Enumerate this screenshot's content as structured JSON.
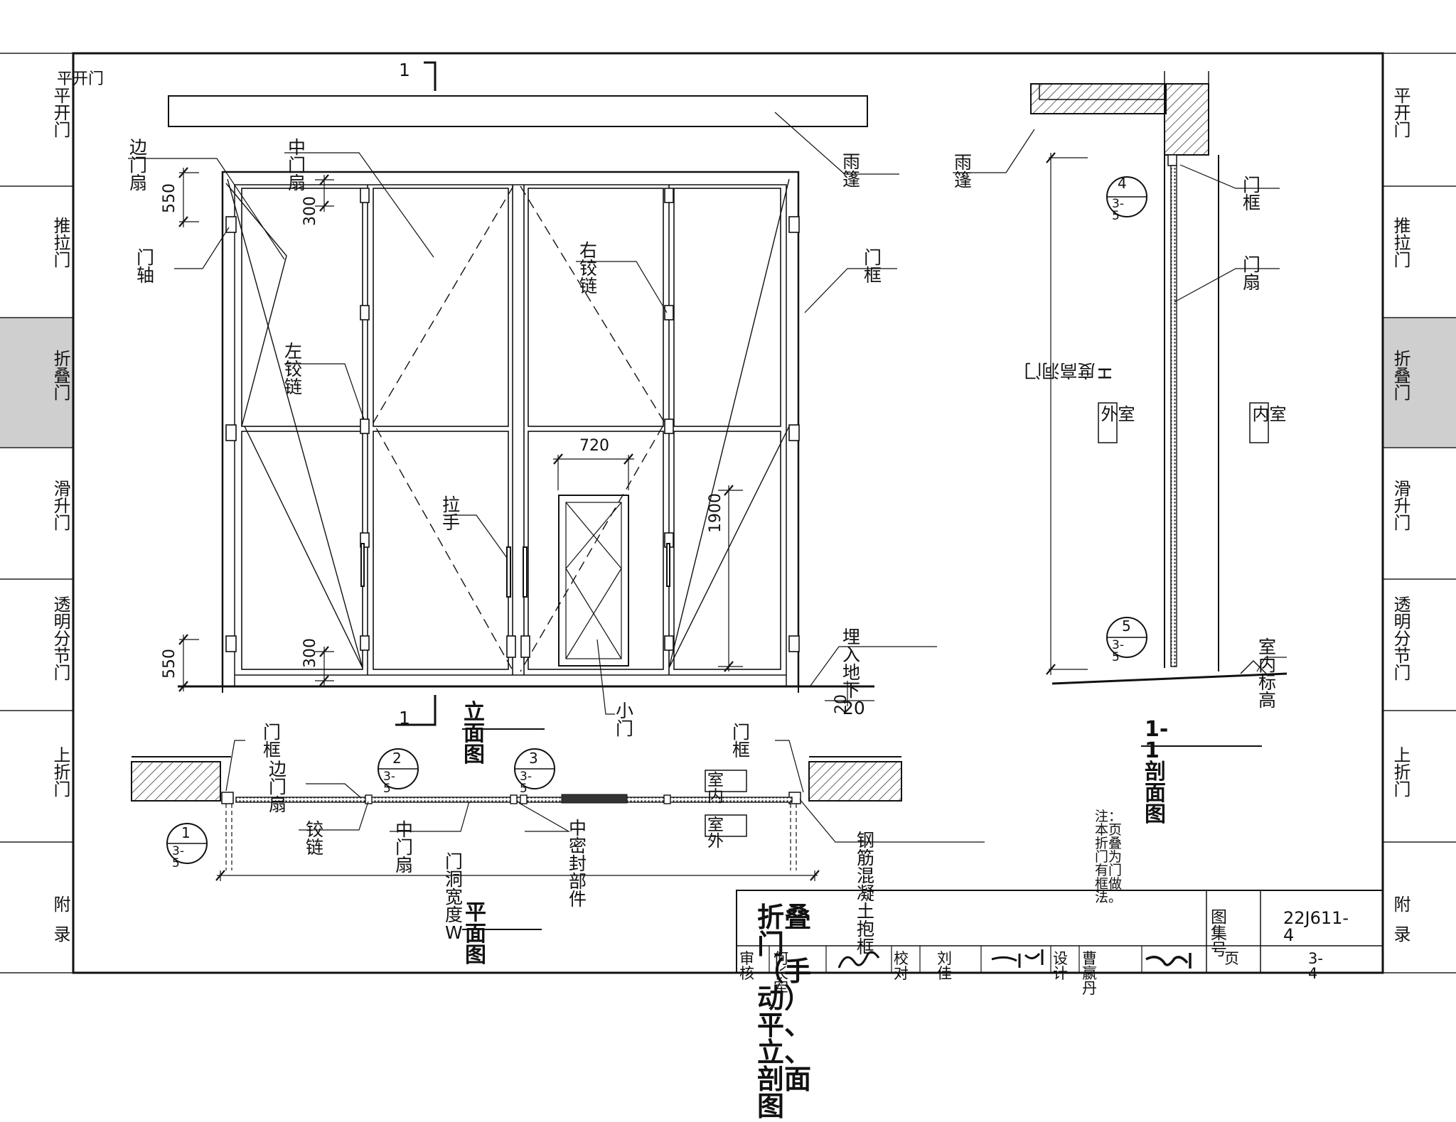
{
  "side_tabs": [
    "平开门",
    "推拉门",
    "折叠门",
    "滑升门",
    "透明分节门",
    "上折门",
    "附录"
  ],
  "active_tab": "折叠门",
  "elevation": {
    "section_marker": "1",
    "labels": {
      "side_leaf": "边门扇",
      "middle_leaf": "中门扇",
      "pivot": "门轴",
      "canopy": "雨篷",
      "frame": "门框",
      "right_hinge": "右铰链",
      "left_hinge": "左铰链",
      "handle": "拉手",
      "wicket_door": "小门",
      "embed": "埋入地下20"
    },
    "dims": {
      "d550_top": "550",
      "d300_top": "300",
      "d720": "720",
      "d1900": "1900",
      "d300_bottom": "300",
      "d550_bottom": "550",
      "d20": "20"
    },
    "title": "立面图"
  },
  "section": {
    "labels": {
      "canopy": "雨篷",
      "frame": "门框",
      "leaf": "门扇",
      "outdoor": "室外",
      "indoor": "室内",
      "floor": "室内标高",
      "height": "门洞高度H"
    },
    "refs": [
      {
        "num": "4",
        "page": "3-5"
      },
      {
        "num": "5",
        "page": "3-5"
      }
    ],
    "title": "1-1剖面图",
    "note": "注：本页折叠门为有门框做法。"
  },
  "plan": {
    "labels": {
      "frame_left": "门框",
      "side_leaf": "边门扇",
      "hinge": "铰链",
      "middle_leaf": "中门扇",
      "seal": "中密封部件",
      "frame_right": "门框",
      "indoor": "室内",
      "outdoor": "室外",
      "rc_frame": "钢筋混凝土抱框",
      "width": "门洞宽度W"
    },
    "refs": [
      {
        "num": "1",
        "page": "3-5"
      },
      {
        "num": "2",
        "page": "3-5"
      },
      {
        "num": "3",
        "page": "3-5"
      }
    ],
    "title": "平面图"
  },
  "title_block": {
    "title": "折叠门（手动）平、立、剖面图",
    "atlas_label": "图集号",
    "atlas_no": "22J611-4",
    "review_label": "审核",
    "reviewer": "何长军",
    "check_label": "校对",
    "checker": "刘佳",
    "design_label": "设计",
    "designer": "曹嬴丹",
    "page_label": "页",
    "page_no": "3-4"
  }
}
